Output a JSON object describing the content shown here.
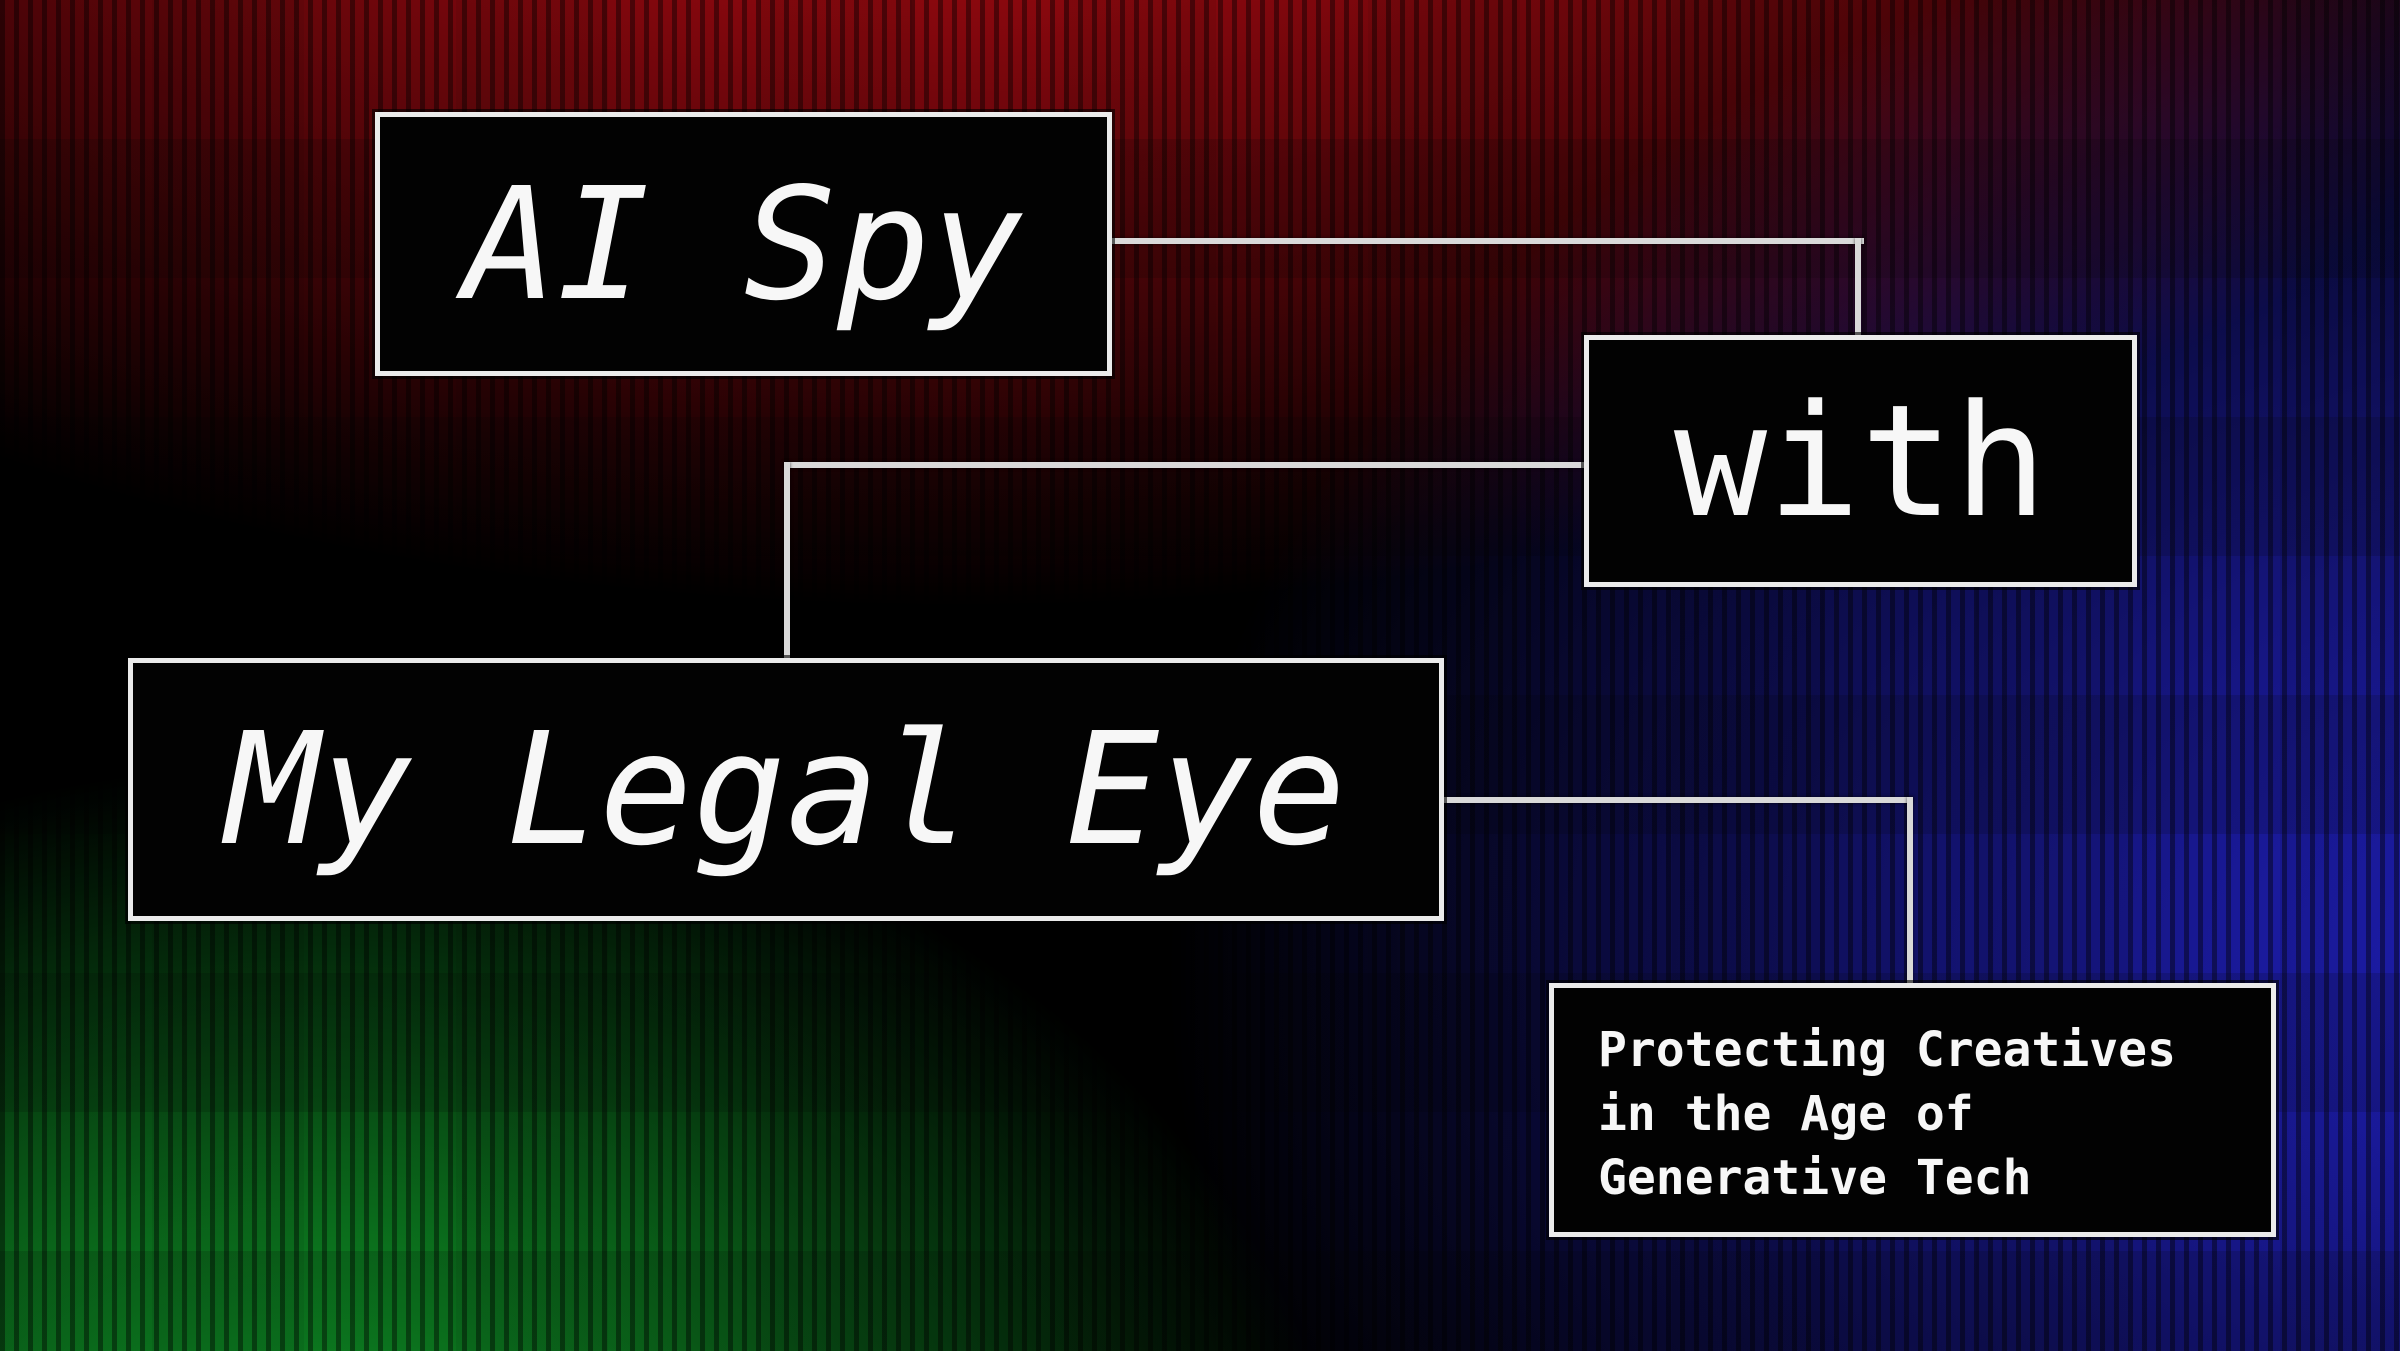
{
  "slide": {
    "boxes": {
      "ai_spy": "AI Spy",
      "with": "with",
      "my_legal_eye": "My Legal Eye"
    },
    "subtitle": {
      "full_text": "Protecting Creatives in the Age of Generative Tech",
      "lines": [
        "Protecting Creatives",
        "in the Age of",
        "Generative Tech"
      ]
    },
    "colors": {
      "box_background": "#020202",
      "box_border": "#ebebeb",
      "connector_line": "#d9d9d9",
      "text": "#f7f7f7",
      "background_red": "#c00a14",
      "background_green": "#10a426",
      "background_blue": "#1c1cb4"
    }
  }
}
